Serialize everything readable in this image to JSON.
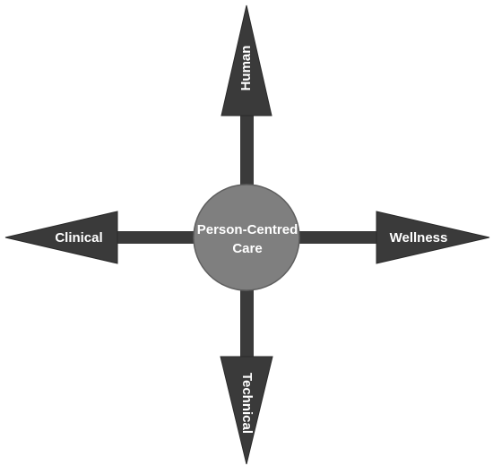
{
  "diagram": {
    "center": {
      "line1": "Person-Centred",
      "line2": "Care"
    },
    "arrows": {
      "up": "Human",
      "left": "Clinical",
      "right": "Wellness",
      "down": "Technical"
    },
    "colors": {
      "arrow_fill": "#3a3a3a",
      "arrow_stroke": "#2a2a2a",
      "circle_fill": "#7f7f7f",
      "circle_stroke": "#5e5e5e",
      "label_text": "#ffffff"
    }
  }
}
